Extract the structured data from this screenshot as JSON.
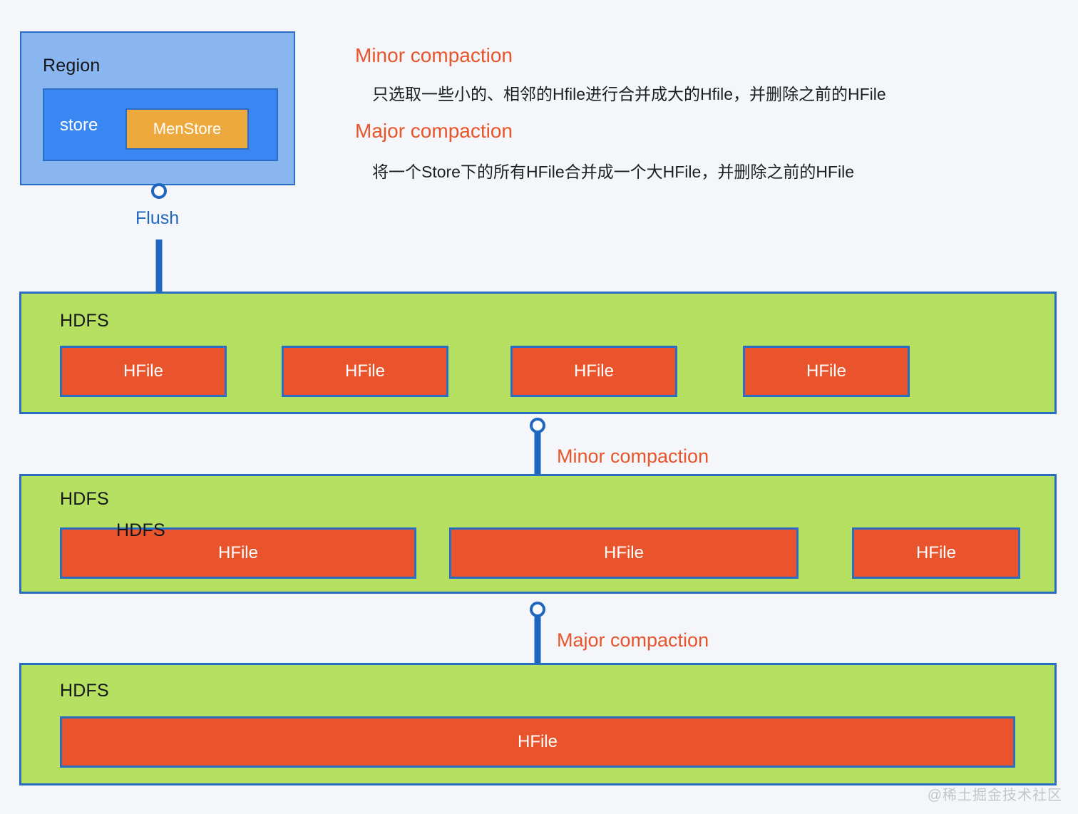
{
  "diagram": {
    "title": "HBase Compaction",
    "colors": {
      "background": "#f4f6fa",
      "region_fill": "#8ab6f0",
      "store_fill": "#3a86f2",
      "menstore_fill": "#eea93e",
      "hdfs_fill": "#b5e061",
      "hfile_fill": "#e9542c",
      "border_blue": "#2a6ec4",
      "arrow_blue": "#1f66c0",
      "accent_orange": "#e8552a"
    }
  },
  "region": {
    "label": "Region",
    "store_label": "store",
    "menstore_label": "MenStore"
  },
  "flush": {
    "label": "Flush"
  },
  "legend": [
    {
      "title": "Minor compaction",
      "body": "只选取一些小的、相邻的Hfile进行合并成大的Hfile，并删除之前的HFile"
    },
    {
      "title": "Major compaction",
      "body": "将一个Store下的所有HFile合并成一个大HFile，并删除之前的HFile"
    }
  ],
  "bands": [
    {
      "label": "HDFS",
      "stray_label": null,
      "files": [
        {
          "label": "HFile"
        },
        {
          "label": "HFile"
        },
        {
          "label": "HFile"
        },
        {
          "label": "HFile"
        }
      ]
    },
    {
      "label": "HDFS",
      "stray_label": "HDFS",
      "files": [
        {
          "label": "HFile"
        },
        {
          "label": "HFile"
        },
        {
          "label": "HFile"
        }
      ]
    },
    {
      "label": "HDFS",
      "stray_label": null,
      "files": [
        {
          "label": "HFile"
        }
      ]
    }
  ],
  "connectors": [
    {
      "label": "Minor compaction"
    },
    {
      "label": "Major compaction"
    }
  ],
  "watermark": "@稀土掘金技术社区"
}
